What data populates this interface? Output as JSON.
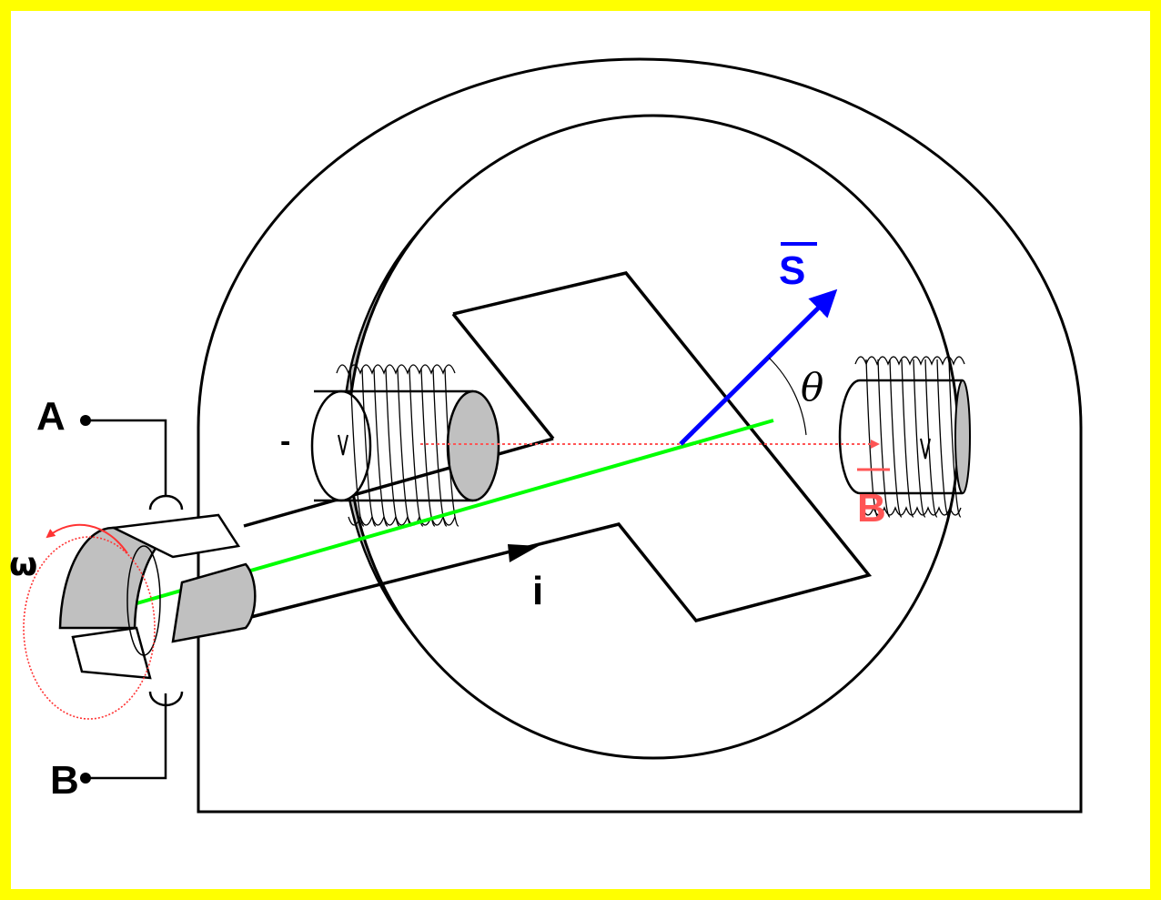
{
  "labels": {
    "terminal_a": "A",
    "terminal_b": "B",
    "omega": "ω",
    "current": "i",
    "theta": "θ",
    "area_vector": "S",
    "field": "B",
    "minus_sign": "-"
  },
  "colors": {
    "frame_border": "#ffff00",
    "outline": "#000000",
    "shading": "#c0c0c0",
    "area_vector": "#0000ff",
    "field": "#ff5555",
    "axis": "#00ff00",
    "rotation": "#ff3333"
  }
}
